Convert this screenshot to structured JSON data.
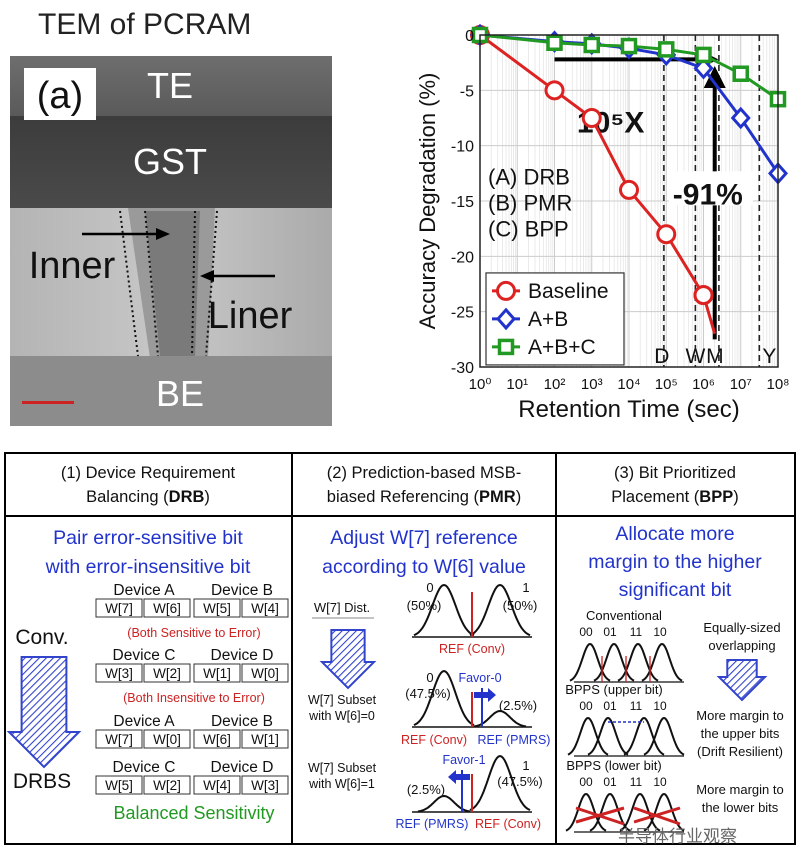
{
  "tem": {
    "title": "TEM of PCRAM",
    "panel_label": "(a)",
    "labels": {
      "te": "TE",
      "gst": "GST",
      "inner": "Inner",
      "liner": "Liner",
      "be": "BE"
    }
  },
  "chart_data": {
    "type": "line",
    "xlabel": "Retention Time (sec)",
    "ylabel": "Accuracy Degradation (%)",
    "x_scale": "log",
    "xlim": [
      1,
      100000000
    ],
    "ylim": [
      -30,
      0
    ],
    "x_ticks": [
      "10⁰",
      "10¹",
      "10²",
      "10³",
      "10⁴",
      "10⁵",
      "10⁶",
      "10⁷",
      "10⁸"
    ],
    "y_ticks": [
      0,
      -5,
      -10,
      -15,
      -20,
      -25,
      -30
    ],
    "grid": true,
    "legend": "lower-left",
    "series": [
      {
        "name": "Baseline",
        "color": "#dd2222",
        "marker": "circle",
        "x": [
          1,
          100,
          1000,
          10000,
          100000,
          1000000,
          2000000
        ],
        "y": [
          0,
          -5,
          -7.5,
          -14,
          -18,
          -23.5,
          -27
        ]
      },
      {
        "name": "A+B",
        "color": "#2233cc",
        "marker": "diamond",
        "x": [
          1,
          100,
          1000,
          10000,
          100000,
          1000000,
          10000000,
          100000000
        ],
        "y": [
          0,
          -0.6,
          -0.8,
          -1.2,
          -1.8,
          -3,
          -7.5,
          -12.5
        ]
      },
      {
        "name": "A+B+C",
        "color": "#229922",
        "marker": "square",
        "x": [
          1,
          100,
          1000,
          10000,
          100000,
          1000000,
          10000000,
          100000000
        ],
        "y": [
          0,
          -0.7,
          -0.9,
          -1,
          -1.3,
          -1.8,
          -3.5,
          -5.8
        ]
      }
    ],
    "annotations": {
      "speedup": "10⁵X",
      "reduction": "-91%",
      "methods": [
        "(A) DRB",
        "(B) PMR",
        "(C) BPP"
      ],
      "time_marks": [
        "D",
        "W",
        "M",
        "Y"
      ]
    }
  },
  "panel": {
    "col1": {
      "title_a": "(1) Device Requirement",
      "title_b": "Balancing (",
      "title_bold": "DRB",
      "title_c": ")",
      "subtitle_a": "Pair error-sensitive bit",
      "subtitle_b": "with error-insensitive bit",
      "conv": "Conv.",
      "drbs": "DRBS",
      "devices_top": [
        {
          "name": "Device A",
          "cells": [
            "W[7]",
            "W[6]"
          ]
        },
        {
          "name": "Device B",
          "cells": [
            "W[5]",
            "W[4]"
          ]
        },
        {
          "name": "Device C",
          "cells": [
            "W[3]",
            "W[2]"
          ]
        },
        {
          "name": "Device D",
          "cells": [
            "W[1]",
            "W[0]"
          ]
        }
      ],
      "note_sensitive": "(Both Sensitive to Error)",
      "note_insensitive": "(Both Insensitive to Error)",
      "devices_bottom": [
        {
          "name": "Device A",
          "cells": [
            "W[7]",
            "W[0]"
          ]
        },
        {
          "name": "Device B",
          "cells": [
            "W[6]",
            "W[1]"
          ]
        },
        {
          "name": "Device C",
          "cells": [
            "W[5]",
            "W[2]"
          ]
        },
        {
          "name": "Device D",
          "cells": [
            "W[4]",
            "W[3]"
          ]
        }
      ],
      "balanced": "Balanced Sensitivity"
    },
    "col2": {
      "title_a": "(2) Prediction-based MSB-",
      "title_b": "biased Referencing (",
      "title_bold": "PMR",
      "title_c": ")",
      "subtitle_a": "Adjust W[7] reference",
      "subtitle_b": "according to W[6] value",
      "dist": "W[7] Dist.",
      "subset0_a": "W[7] Subset",
      "subset0_b": "with W[6]=0",
      "subset1_a": "W[7] Subset",
      "subset1_b": "with W[6]=1",
      "p0": "0",
      "p1": "1",
      "pct_50a": "(50%)",
      "pct_50b": "(50%)",
      "pct_475a": "(47.5%)",
      "pct_25a": "(2.5%)",
      "pct_25b": "(2.5%)",
      "pct_475b": "(47.5%)",
      "ref_conv": "REF (Conv)",
      "ref_pmrs": "REF (PMRS)",
      "favor0": "Favor-0",
      "favor1": "Favor-1"
    },
    "col3": {
      "title_a": "(3) Bit Prioritized",
      "title_b": "Placement (",
      "title_bold": "BPP",
      "title_c": ")",
      "subtitle_a": "Allocate more",
      "subtitle_b": "margin to the higher",
      "subtitle_c": "significant bit",
      "conventional": "Conventional",
      "codes": [
        "00",
        "01",
        "11",
        "10"
      ],
      "equal_a": "Equally-sized",
      "equal_b": "overlapping",
      "bpps_upper": "BPPS (upper bit)",
      "upper_a": "More margin to",
      "upper_b": "the upper bits",
      "upper_c": "(Drift Resilient)",
      "bpps_lower": "BPPS (lower bit)",
      "lower_a": "More margin to",
      "lower_b": "the lower bits"
    },
    "watermark": "半导体行业观察"
  }
}
